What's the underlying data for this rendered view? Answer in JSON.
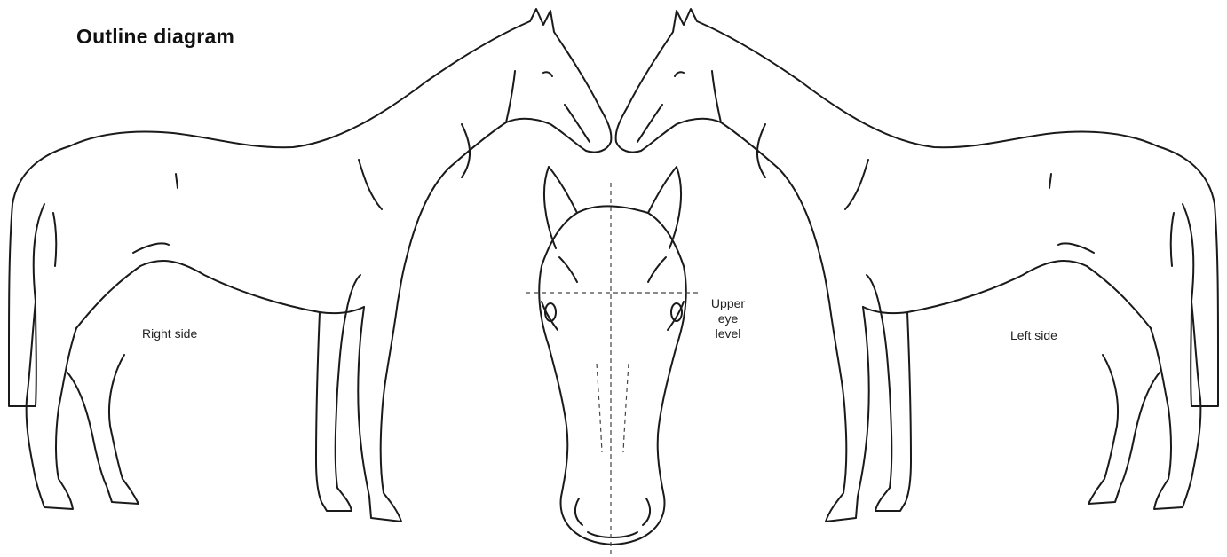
{
  "title": "Outline diagram",
  "labels": {
    "right_side": "Right side",
    "left_side": "Left side",
    "eye_level": [
      "Upper",
      "eye",
      "level"
    ]
  },
  "colors": {
    "line": "#1a1a1a",
    "background": "#ffffff",
    "guide": "#444444"
  }
}
